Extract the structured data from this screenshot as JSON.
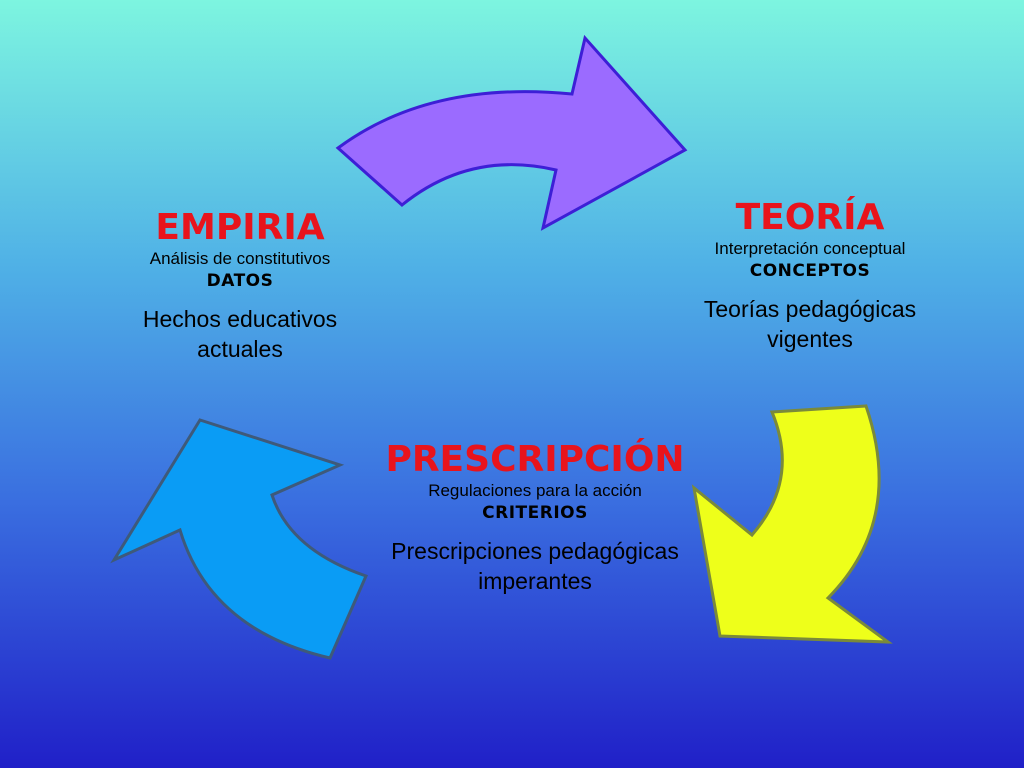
{
  "nodes": {
    "empiria": {
      "title": "EMPIRIA",
      "subtitle": "Análisis de constitutivos",
      "keyword": "DATOS",
      "description_line1": "Hechos educativos",
      "description_line2": "actuales"
    },
    "teoria": {
      "title": "TEORÍA",
      "subtitle": "Interpretación conceptual",
      "keyword": "CONCEPTOS",
      "description_line1": "Teorías pedagógicas",
      "description_line2": "vigentes"
    },
    "prescripcion": {
      "title": "PRESCRIPCIÓN",
      "subtitle": "Regulaciones para la acción",
      "keyword": "CRITERIOS",
      "description_line1": "Prescripciones pedagógicas",
      "description_line2": "imperantes"
    }
  },
  "colors": {
    "title_red": "#e8141c",
    "arrow_purple": "#9b6bff",
    "arrow_yellow": "#eeff1a",
    "arrow_blue": "#0a9cf5"
  }
}
